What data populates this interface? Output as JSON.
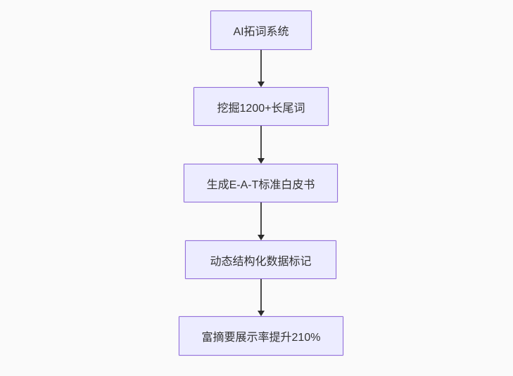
{
  "canvas": {
    "background_color": "#fafafa"
  },
  "flowchart": {
    "style": {
      "node_fill": "#ececff",
      "node_border": "#9370db",
      "text_color": "#333333",
      "arrow_color": "#4a4a4a"
    },
    "nodes": [
      {
        "id": "A",
        "label": "AI拓词系统"
      },
      {
        "id": "B",
        "label": "挖掘1200+长尾词"
      },
      {
        "id": "C",
        "label": "生成E-A-T标准白皮书"
      },
      {
        "id": "D",
        "label": "动态结构化数据标记"
      },
      {
        "id": "E",
        "label": "富摘要展示率提升210%"
      }
    ],
    "edges": [
      {
        "from": "A",
        "to": "B"
      },
      {
        "from": "B",
        "to": "C"
      },
      {
        "from": "C",
        "to": "D"
      },
      {
        "from": "D",
        "to": "E"
      }
    ]
  }
}
